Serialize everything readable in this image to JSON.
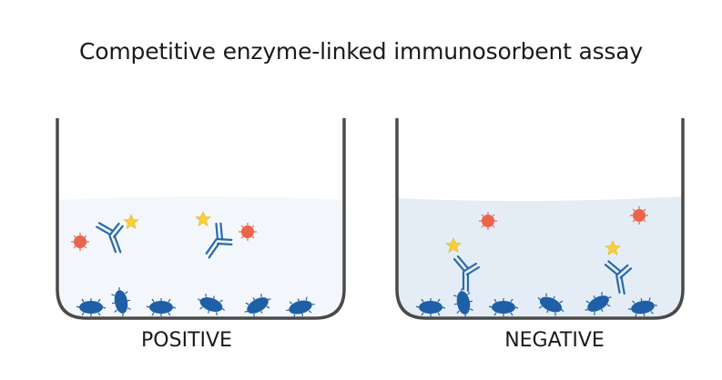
{
  "title": "Competitive enzyme-linked immunosorbent assay",
  "panels": [
    {
      "label": "POSITIVE"
    },
    {
      "label": "NEGATIVE"
    }
  ],
  "colors": {
    "well_outline": "#4a4a4a",
    "liquid_positive": "#f3f7fb",
    "liquid_negative": "#e4edf6",
    "antibody": "#2a6aa8",
    "antigen": "#1f5fa6",
    "enzyme_star": "#f6cf3a",
    "competitor_circle": "#e8654b"
  },
  "icons": [
    "antibody-icon",
    "enzyme-star-icon",
    "free-antigen-icon",
    "bound-antigen-icon"
  ]
}
